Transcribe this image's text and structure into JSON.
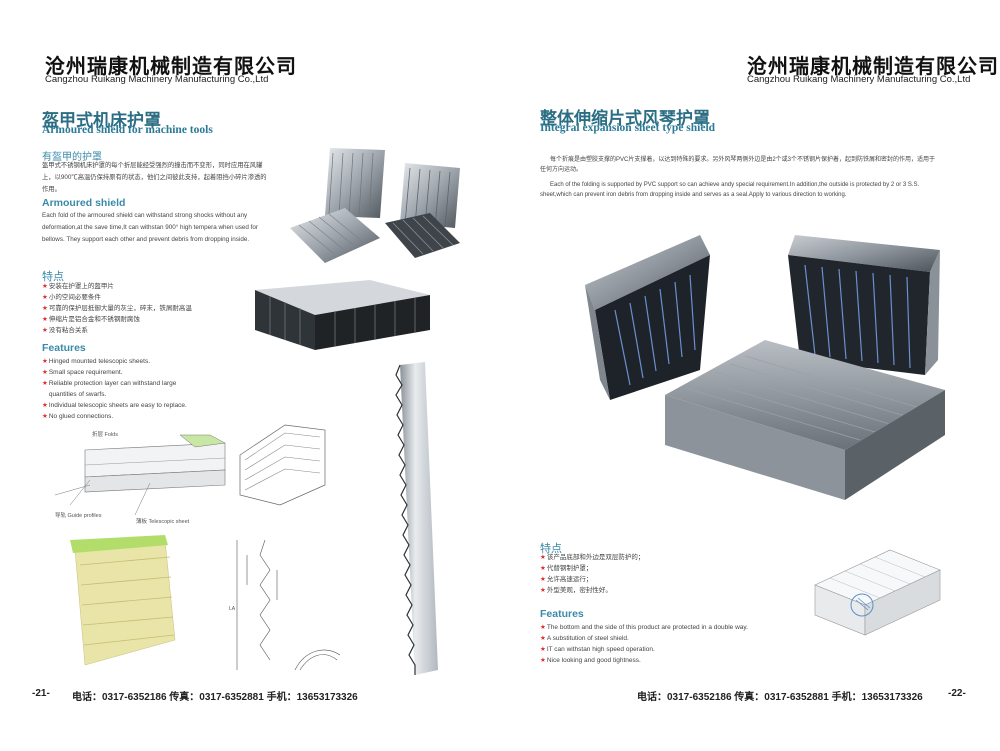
{
  "brand": {
    "cn": "沧州瑞康机械制造有限公司",
    "en": "Cangzhou Ruikang Machinery Manufacturing Co.,Ltd"
  },
  "left": {
    "title_cn": "盔甲式机床护罩",
    "title_en": "Armoured shield for machine tools",
    "section1_cn": "有盔甲的护罩",
    "section1_text_cn": "盔甲式不锈钢机床护罩的每个折层能经受强烈的撞击而不变形，同时应用在风罐上，以900℃高温仍保持原有的状态，他们之间彼此支持，起着阻挡小碎片渗透的作用。",
    "section2_en": "Armoured shield",
    "section2_text_en": "Each fold of the armoured shield can withstand strong shocks without any deformation,at the save time,It can withstan 900° high tempera when used for bellows. They support each other and prevent debris from dropping inside.",
    "features_cn_heading": "特点",
    "features_cn": [
      "安装在护罩上的盔甲片",
      "小的空间必要条件",
      "可靠的保护层抵御大量的灰尘，碎末，铁屑耐高温",
      "伸缩片是铝合金和不锈钢耐腐蚀",
      "没有粘合关系"
    ],
    "features_en_heading": "Features",
    "features_en": [
      "Hinged mounted telescopic sheets.",
      "Small space requirement.",
      "Reliable protection layer can withstand large",
      "quantities of swarfs.",
      "Individual telescopic sheets are easy to replace.",
      "No glued connections."
    ],
    "diagram_labels": {
      "folds": "折层 Folds",
      "guide": "导轨 Guide profiles",
      "sheet": "薄板 Telescopic sheet"
    },
    "page_number": "-21-",
    "footer": "电话：0317-6352186   传真：0317-6352881   手机：13653173326"
  },
  "right": {
    "title_cn": "整体伸缩片式风琴护罩",
    "title_en": "Integral expansion sheet type shield",
    "intro_cn": "每个折痕是由塑胶支撑的PVC片支撑着，以达到特殊的要求。另外风琴两侧外边是由2个或3个不锈钢片保护着，起到防铁屑和密封的作用，适用于任何方向运动。",
    "intro_en": "Each of the folding is supported by PVC support so can achieve andy special requirement.In addition,the outside is protected by 2 or 3 S.S. sheet,which can prevent iron debris from dropping inside and serves as a seal.Apply to various direction to working.",
    "features_cn_heading": "特点",
    "features_cn": [
      "该产品底部和外边是双层防护的；",
      "代替钢制护罩；",
      "允许高速运行；",
      "外型美观，密封性好。"
    ],
    "features_en_heading": "Features",
    "features_en": [
      "The bottom and the side of this product are protected in a double way.",
      "A substitution of steel shield.",
      "IT can withstan high speed operation.",
      "Nice looking and good tightness."
    ],
    "page_number": "-22-",
    "footer": "电话：0317-6352186   传真：0317-6352881   手机：13653173326"
  },
  "colors": {
    "title": "#2b6e84",
    "heading": "#3a8aa8",
    "bullet": "#d63030"
  }
}
